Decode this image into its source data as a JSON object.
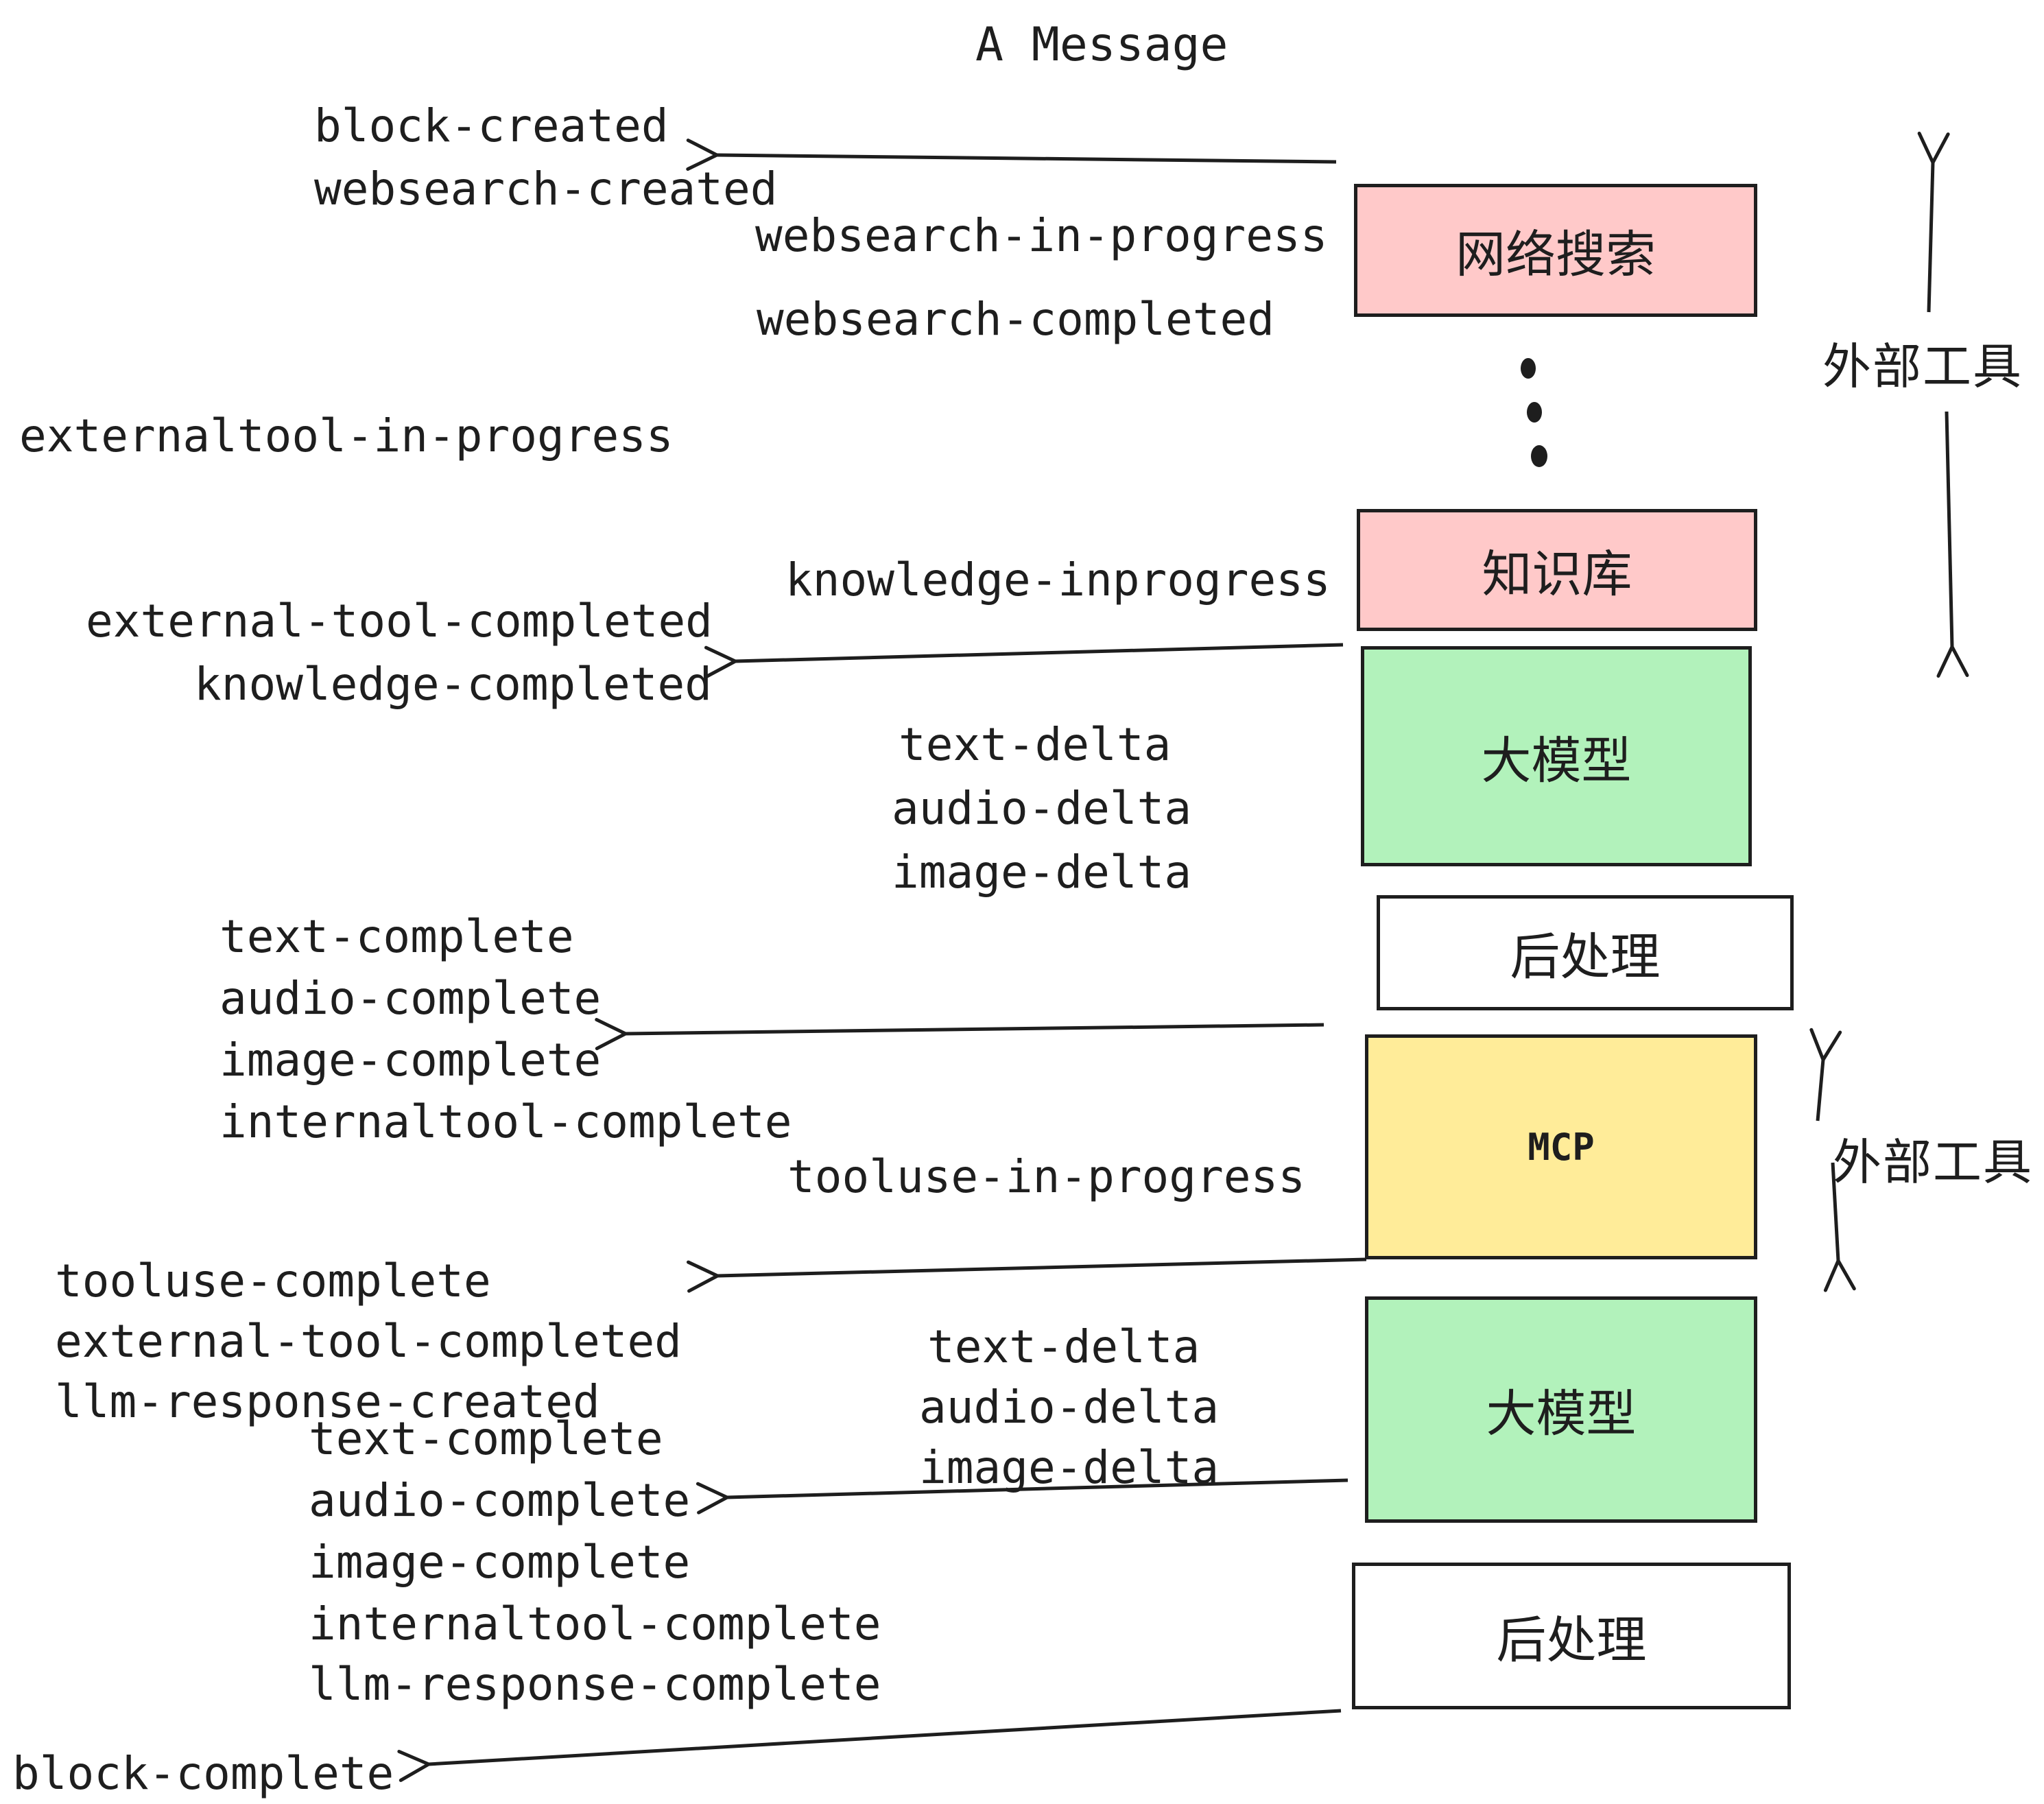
{
  "title": "A Message",
  "palette": {
    "pink": "#ffc9c9",
    "green": "#b2f2bb",
    "yellow": "#ffec99",
    "white": "#ffffff",
    "ink": "#1e1e1e"
  },
  "boxes": [
    {
      "label": "网络搜索",
      "fill": "pink"
    },
    {
      "label": "知识库",
      "fill": "pink"
    },
    {
      "label": "大模型",
      "fill": "green"
    },
    {
      "label": "后处理",
      "fill": "white"
    },
    {
      "label": "MCP",
      "fill": "yellow"
    },
    {
      "label": "大模型",
      "fill": "green"
    },
    {
      "label": "后处理",
      "fill": "white"
    }
  ],
  "side_labels": [
    "外部工具",
    "外部工具"
  ],
  "events": [
    "block-created",
    "websearch-created",
    "websearch-in-progress",
    "websearch-completed",
    "externaltool-in-progress",
    "knowledge-inprogress",
    "external-tool-completed",
    "knowledge-completed",
    "text-delta",
    "audio-delta",
    "image-delta",
    "text-complete",
    "audio-complete",
    "image-complete",
    "internaltool-complete",
    "tooluse-in-progress",
    "tooluse-complete",
    "external-tool-completed",
    "llm-response-created",
    "text-delta",
    "audio-delta",
    "image-delta",
    "text-complete",
    "audio-complete",
    "image-complete",
    "internaltool-complete",
    "llm-response-complete",
    "block-complete"
  ]
}
